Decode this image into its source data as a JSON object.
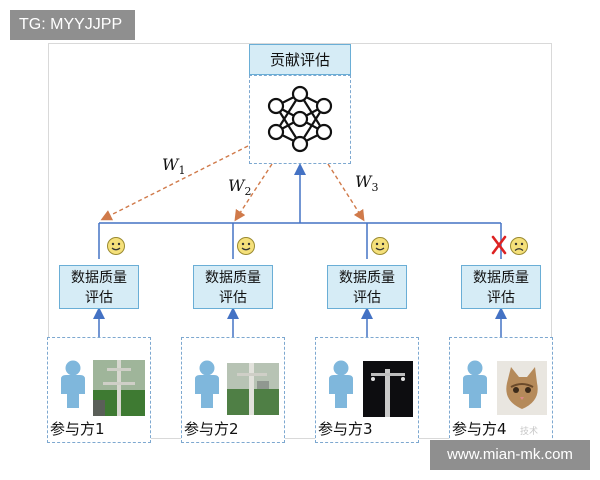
{
  "tags": {
    "top_left": "TG: MYYJJPP",
    "bottom_right": "www.mian-mk.com"
  },
  "diagram": {
    "top_label": "贡献评估",
    "weights": [
      {
        "letter": "W",
        "sub": "1"
      },
      {
        "letter": "W",
        "sub": "2"
      },
      {
        "letter": "W",
        "sub": "3"
      }
    ],
    "quality_boxes": [
      {
        "line1": "数据质量",
        "line2": "评估",
        "status": "smiley"
      },
      {
        "line1": "数据质量",
        "line2": "评估",
        "status": "smiley"
      },
      {
        "line1": "数据质量",
        "line2": "评估",
        "status": "smiley"
      },
      {
        "line1": "数据质量",
        "line2": "评估",
        "status": "rejected-sad"
      }
    ],
    "participants": [
      {
        "label": "参与方1",
        "image": "power-pole-photo"
      },
      {
        "label": "参与方2",
        "image": "utility-pole-photo"
      },
      {
        "label": "参与方3",
        "image": "insulator-night-photo"
      },
      {
        "label": "参与方4",
        "image": "kitten-photo"
      }
    ],
    "watermark": "技术"
  },
  "colors": {
    "arrow_blue": "#4472c4",
    "arrow_orange": "#d07a4a",
    "box_fill": "#d6ecf6",
    "person": "#7fb7dc"
  }
}
